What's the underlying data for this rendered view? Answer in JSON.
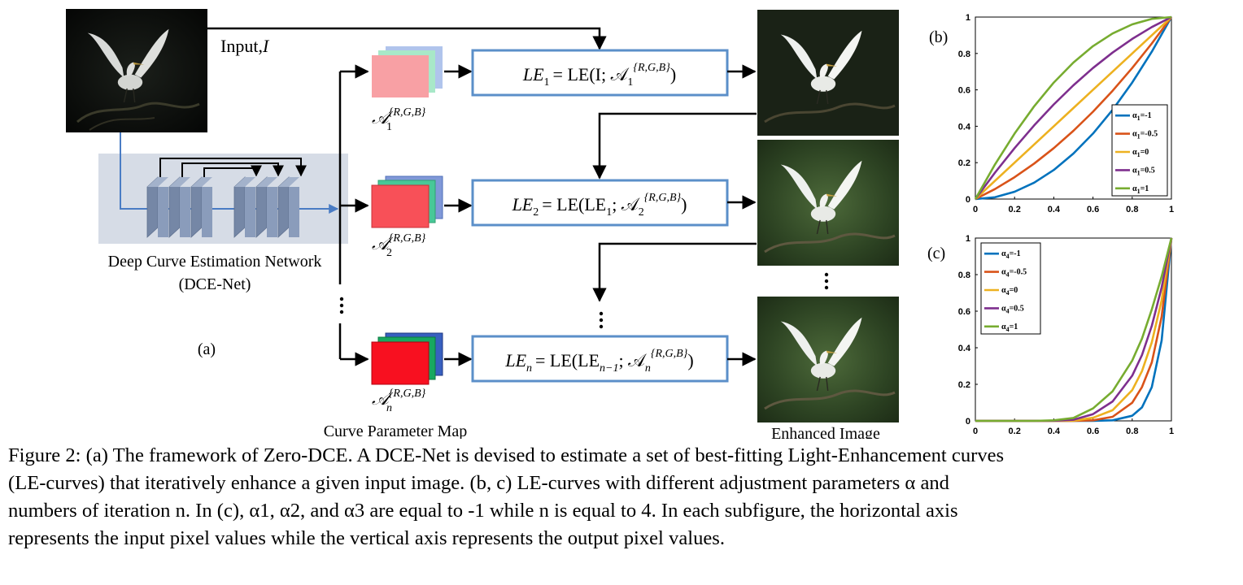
{
  "figure": {
    "input_label": "Input,",
    "input_symbol": "I",
    "network_label_line1": "Deep Curve Estimation Network",
    "network_label_line2": "(DCE-Net)",
    "panel_a_label": "(a)",
    "panel_b_label": "(b)",
    "panel_c_label": "(c)",
    "curve_map_label": "Curve Parameter Map",
    "enhanced_label": "Enhanced Image",
    "param_maps": [
      {
        "sym": "𝒜",
        "sup": "{R,G,B}",
        "sub": "1",
        "front_color": "#f8a0a4",
        "mid_color": "#a8e8c8",
        "back_color": "#b0c4ec"
      },
      {
        "sym": "𝒜",
        "sup": "{R,G,B}",
        "sub": "2",
        "front_color": "#f85058",
        "mid_color": "#48c898",
        "back_color": "#8098d8"
      },
      {
        "sym": "𝒜",
        "sup": "{R,G,B}",
        "sub": "n",
        "front_color": "#f81020",
        "mid_color": "#18a860",
        "back_color": "#3860c0"
      }
    ],
    "le_boxes": [
      {
        "lhs": "LE",
        "lhs_sub": "1",
        "rhs": "= LE(I; 𝒜",
        "rhs_sub": "1",
        "rhs_sup": "{R,G,B}",
        "close": ")"
      },
      {
        "lhs": "LE",
        "lhs_sub": "2",
        "rhs": "= LE(LE",
        "rhs_arg_sub": "1",
        "rhs_rest": "; 𝒜",
        "rhs_sub": "2",
        "rhs_sup": "{R,G,B}",
        "close": ")"
      },
      {
        "lhs": "LE",
        "lhs_sub": "n",
        "rhs": "= LE(LE",
        "rhs_arg_sub": "n−1",
        "rhs_rest": "; 𝒜",
        "rhs_sub": "n",
        "rhs_sup": "{R,G,B}",
        "close": ")"
      }
    ],
    "colors": {
      "box_border": "#5b8fc9",
      "net_bg": "#d6dce6",
      "block": "#7587a6",
      "net_arrow": "#4a7cc4"
    }
  },
  "chart_data": [
    {
      "type": "line",
      "panel": "(b)",
      "x": [
        0,
        0.1,
        0.2,
        0.3,
        0.4,
        0.5,
        0.6,
        0.7,
        0.8,
        0.9,
        1.0
      ],
      "xlim": [
        0,
        1
      ],
      "ylim": [
        0,
        1
      ],
      "xticks": [
        "0",
        "0.2",
        "0.4",
        "0.6",
        "0.8",
        "1"
      ],
      "yticks": [
        "0",
        "0.2",
        "0.4",
        "0.6",
        "0.8",
        "1"
      ],
      "legend_position": "bottom-right",
      "series": [
        {
          "name": "α1=-1",
          "label_main": "α",
          "label_sub": "1",
          "label_tail": "=-1",
          "color": "#0072bd",
          "values": [
            0,
            0.01,
            0.04,
            0.09,
            0.16,
            0.25,
            0.36,
            0.49,
            0.64,
            0.81,
            1.0
          ]
        },
        {
          "name": "α1=-0.5",
          "label_main": "α",
          "label_sub": "1",
          "label_tail": "=-0.5",
          "color": "#d95319",
          "values": [
            0,
            0.055,
            0.12,
            0.195,
            0.28,
            0.375,
            0.48,
            0.595,
            0.72,
            0.855,
            1.0
          ]
        },
        {
          "name": "α1=0",
          "label_main": "α",
          "label_sub": "1",
          "label_tail": "=0",
          "color": "#edb120",
          "values": [
            0,
            0.1,
            0.2,
            0.3,
            0.4,
            0.5,
            0.6,
            0.7,
            0.8,
            0.9,
            1.0
          ]
        },
        {
          "name": "α1=0.5",
          "label_main": "α",
          "label_sub": "1",
          "label_tail": "=0.5",
          "color": "#7e2f8e",
          "values": [
            0,
            0.145,
            0.28,
            0.405,
            0.52,
            0.625,
            0.72,
            0.805,
            0.88,
            0.945,
            1.0
          ]
        },
        {
          "name": "α1=1",
          "label_main": "α",
          "label_sub": "1",
          "label_tail": "=1",
          "color": "#77ac30",
          "values": [
            0,
            0.19,
            0.36,
            0.51,
            0.64,
            0.75,
            0.84,
            0.91,
            0.96,
            0.99,
            1.0
          ]
        }
      ]
    },
    {
      "type": "line",
      "panel": "(c)",
      "x": [
        0,
        0.1,
        0.2,
        0.3,
        0.4,
        0.5,
        0.6,
        0.7,
        0.8,
        0.85,
        0.9,
        0.95,
        1.0
      ],
      "xlim": [
        0,
        1
      ],
      "ylim": [
        0,
        1
      ],
      "xticks": [
        "0",
        "0.2",
        "0.4",
        "0.6",
        "0.8",
        "1"
      ],
      "yticks": [
        "0",
        "0.2",
        "0.4",
        "0.6",
        "0.8",
        "1"
      ],
      "legend_position": "top-left",
      "series": [
        {
          "name": "α4=-1",
          "label_main": "α",
          "label_sub": "4",
          "label_tail": "=-1",
          "color": "#0072bd",
          "values": [
            0,
            0,
            0,
            0,
            0,
            0,
            0,
            0.003,
            0.028,
            0.074,
            0.185,
            0.44,
            1.0
          ]
        },
        {
          "name": "α4=-0.5",
          "label_main": "α",
          "label_sub": "4",
          "label_tail": "=-0.5",
          "color": "#d95319",
          "values": [
            0,
            0,
            0,
            0,
            0,
            0,
            0.003,
            0.022,
            0.099,
            0.185,
            0.32,
            0.57,
            1.0
          ]
        },
        {
          "name": "α4=0",
          "label_main": "α",
          "label_sub": "4",
          "label_tail": "=0",
          "color": "#edb120",
          "values": [
            0,
            0,
            0,
            0,
            0,
            0.001,
            0.017,
            0.058,
            0.168,
            0.272,
            0.43,
            0.66,
            1.0
          ]
        },
        {
          "name": "α4=0.5",
          "label_main": "α",
          "label_sub": "4",
          "label_tail": "=0.5",
          "color": "#7e2f8e",
          "values": [
            0,
            0,
            0,
            0,
            0.001,
            0.006,
            0.037,
            0.106,
            0.247,
            0.36,
            0.52,
            0.73,
            1.0
          ]
        },
        {
          "name": "α4=1",
          "label_main": "α",
          "label_sub": "4",
          "label_tail": "=1",
          "color": "#77ac30",
          "values": [
            0,
            0,
            0,
            0,
            0.003,
            0.016,
            0.068,
            0.162,
            0.33,
            0.45,
            0.61,
            0.79,
            1.0
          ]
        }
      ]
    }
  ],
  "caption": {
    "line1": "Figure 2: (a) The framework of Zero-DCE. A DCE-Net is devised to estimate a set of best-fitting Light-Enhancement curves",
    "line2": "(LE-curves) that iteratively enhance a given input image.  (b, c) LE-curves with different adjustment parameters α and",
    "line3": "numbers of iteration n. In (c), α1, α2, and α3 are equal to -1 while n is equal to 4. In each subfigure, the horizontal axis",
    "line4": "represents the input pixel values while the vertical axis represents the output pixel values."
  }
}
